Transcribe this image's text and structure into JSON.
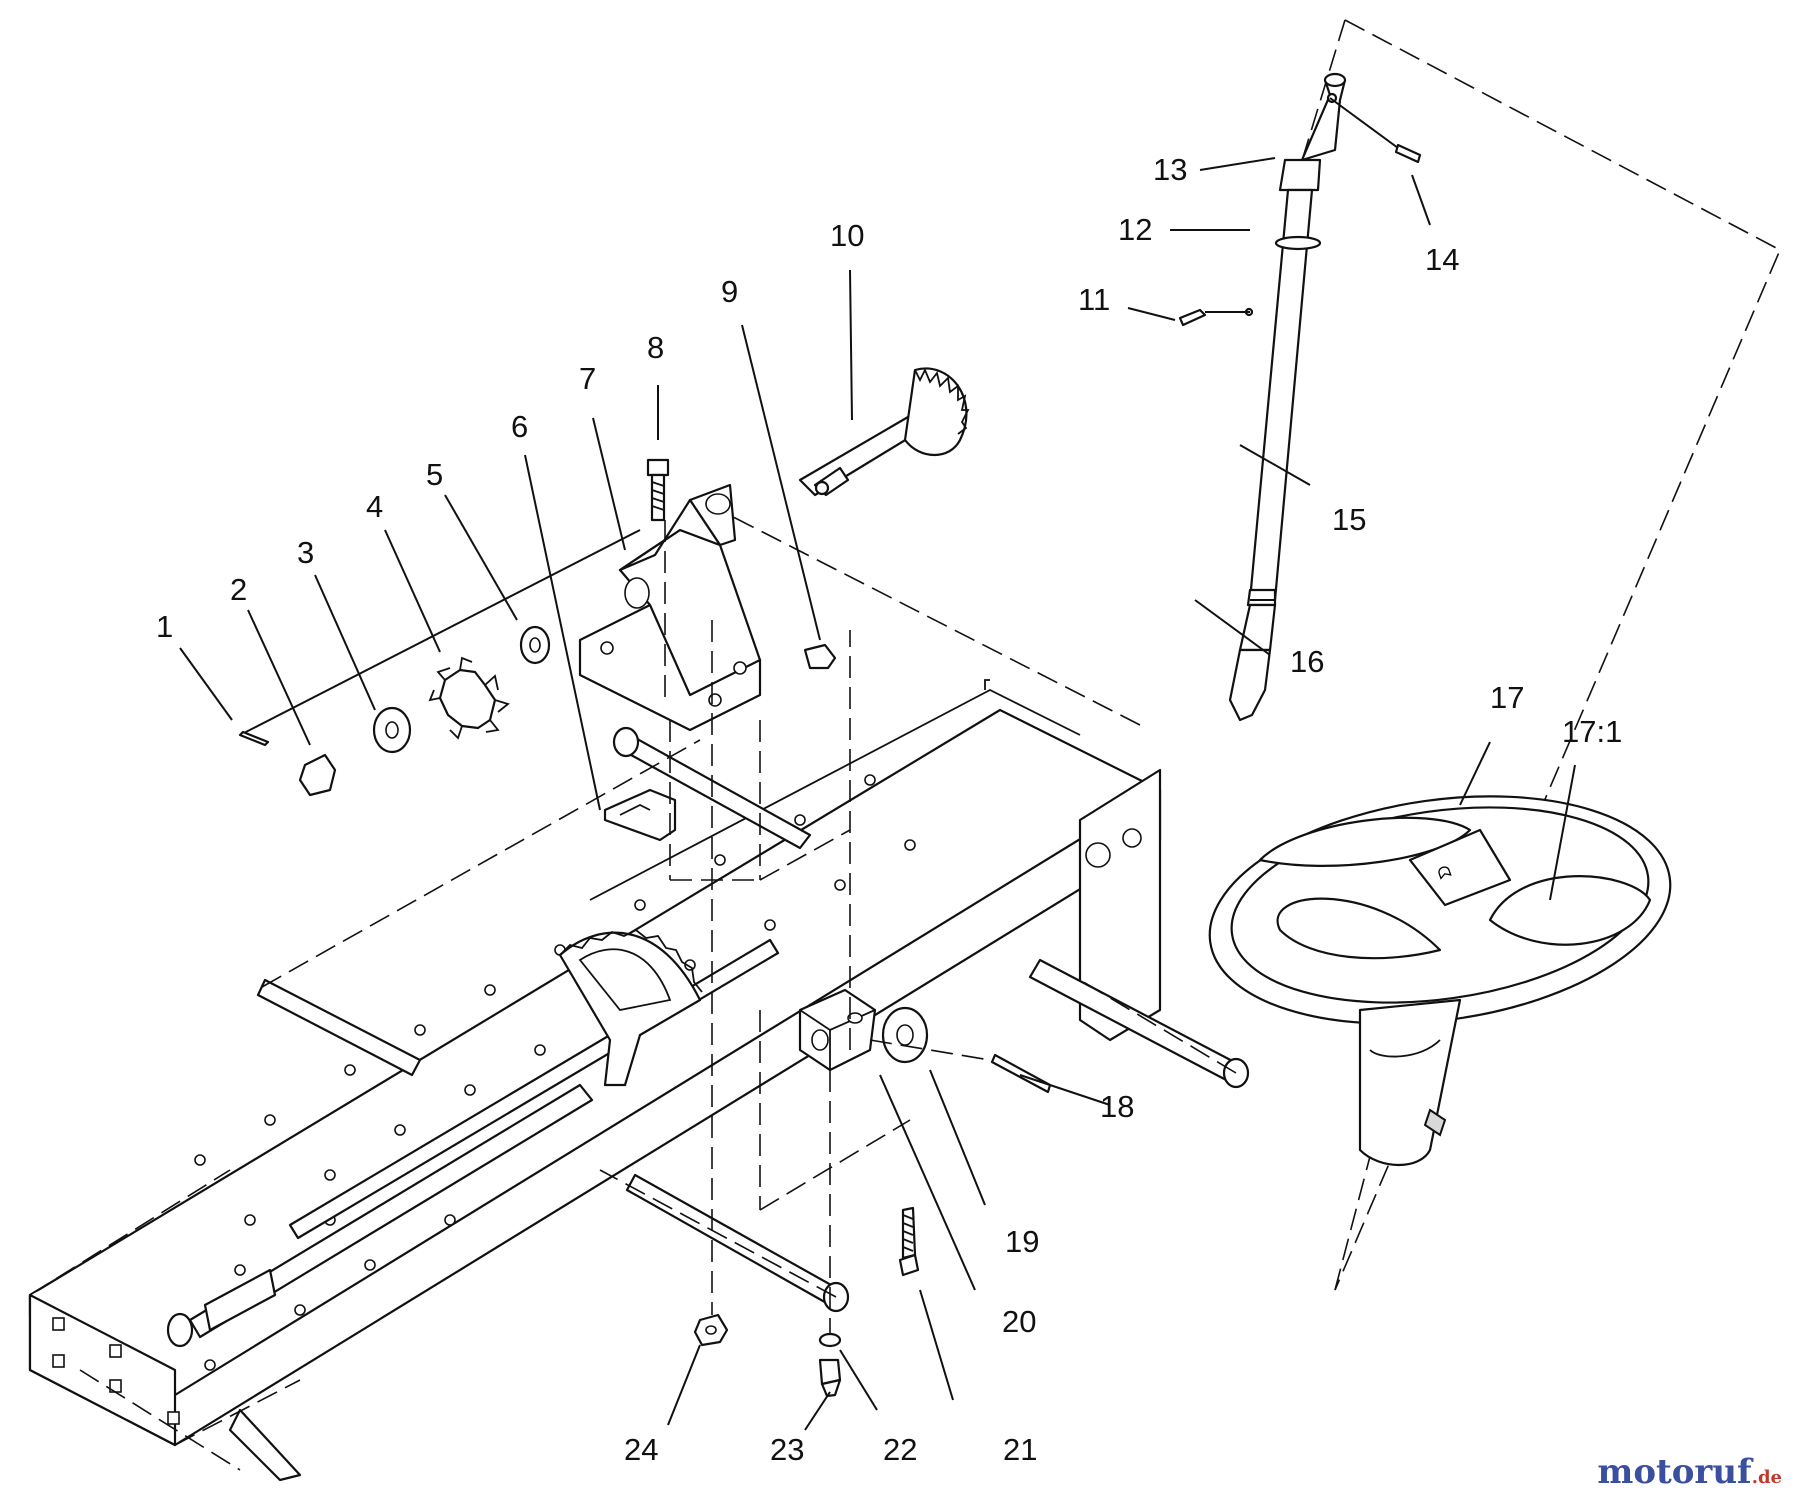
{
  "diagram": {
    "callouts": [
      {
        "id": "1",
        "label": "1"
      },
      {
        "id": "2",
        "label": "2"
      },
      {
        "id": "3",
        "label": "3"
      },
      {
        "id": "4",
        "label": "4"
      },
      {
        "id": "5",
        "label": "5"
      },
      {
        "id": "6",
        "label": "6"
      },
      {
        "id": "7",
        "label": "7"
      },
      {
        "id": "8",
        "label": "8"
      },
      {
        "id": "9",
        "label": "9"
      },
      {
        "id": "10",
        "label": "10"
      },
      {
        "id": "11",
        "label": "11"
      },
      {
        "id": "12",
        "label": "12"
      },
      {
        "id": "13",
        "label": "13"
      },
      {
        "id": "14",
        "label": "14"
      },
      {
        "id": "15",
        "label": "15"
      },
      {
        "id": "16",
        "label": "16"
      },
      {
        "id": "17",
        "label": "17"
      },
      {
        "id": "17_1",
        "label": "17:1"
      },
      {
        "id": "18",
        "label": "18"
      },
      {
        "id": "19",
        "label": "19"
      },
      {
        "id": "20",
        "label": "20"
      },
      {
        "id": "21",
        "label": "21"
      },
      {
        "id": "22",
        "label": "22"
      },
      {
        "id": "23",
        "label": "23"
      },
      {
        "id": "24",
        "label": "24"
      }
    ]
  },
  "watermark": {
    "brand": "motoruf",
    "suffix": ".de",
    "colors": {
      "brand": "#3a4fa0",
      "suffix": "#c0392b"
    }
  }
}
